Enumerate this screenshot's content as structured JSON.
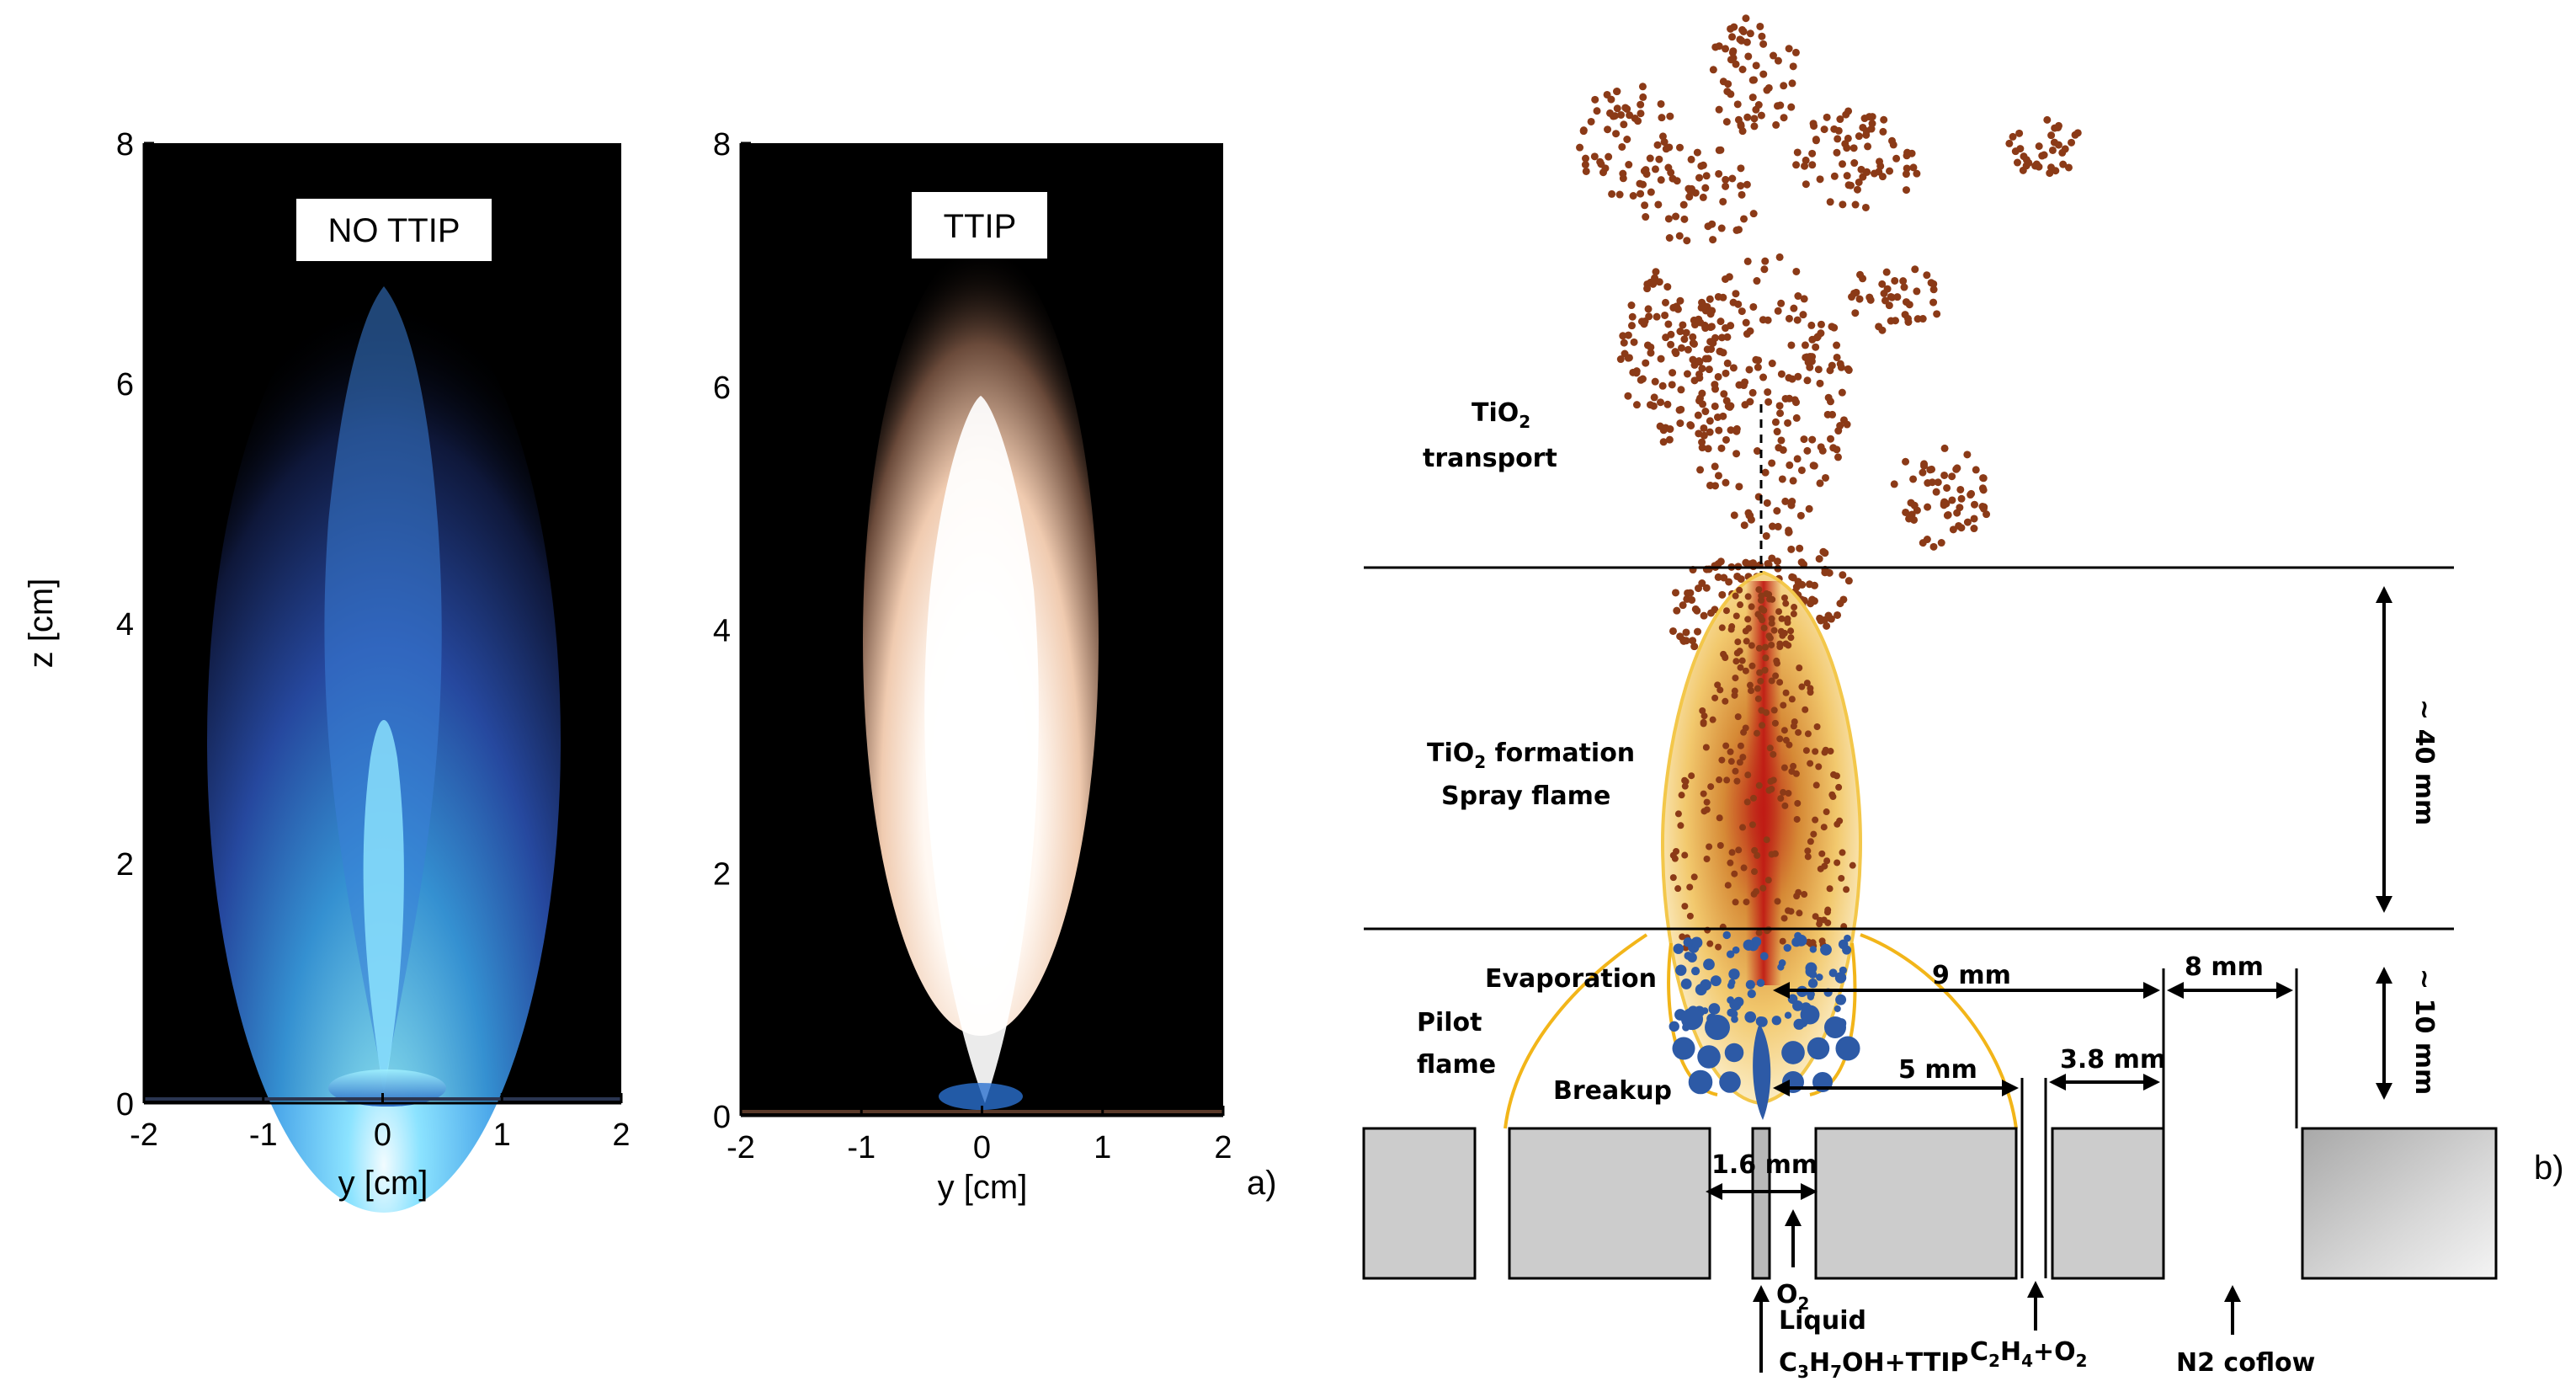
{
  "panel_a": {
    "y_axis_label": "z [cm]",
    "x_axis_label": "y [cm]",
    "y_ticks": [
      "0",
      "2",
      "4",
      "6",
      "8"
    ],
    "x_ticks": [
      "-2",
      "-1",
      "0",
      "1",
      "2"
    ],
    "z_range_cm": [
      0,
      8
    ],
    "y_range_cm": [
      -2,
      2
    ],
    "left_image_label": "NO TTIP",
    "right_image_label": "TTIP",
    "panel_tag": "a)",
    "colors": {
      "no_ttip_flame": "#4a8cff",
      "ttip_flame": "#fff2e8",
      "background": "#000000"
    }
  },
  "panel_b": {
    "panel_tag": "b)",
    "labels": {
      "tio2_transport_line1": "TiO",
      "tio2_transport_sub": "2",
      "tio2_transport_line2": "transport",
      "tio2_formation_line1": "TiO",
      "tio2_formation_sub": "2",
      "tio2_formation_rest": " formation",
      "spray_flame": "Spray flame",
      "evaporation": "Evaporation",
      "pilot_line1": "Pilot",
      "pilot_line2": "flame",
      "breakup": "Breakup"
    },
    "dimensions": {
      "height_top": "~ 40 mm",
      "height_bottom": "~ 10 mm",
      "d9": "9 mm",
      "d8": "8 mm",
      "d5": "5 mm",
      "d38": "3.8 mm",
      "d16": "1.6 mm"
    },
    "inlets": {
      "o2_main": "O",
      "o2_sub": "2",
      "liquid": "Liquid",
      "c3_a": "C",
      "c3_b": "3",
      "c3_c": "H",
      "c3_d": "7",
      "c3_e": "OH+TTIP",
      "c2_a": "C",
      "c2_b": "2",
      "c2_c": "H",
      "c2_d": "4",
      "c2_e": "+O",
      "c2_f": "2",
      "n2": "N2 coflow"
    },
    "colors": {
      "particles": "#8b3a17",
      "droplets": "#2d5aa6",
      "pilot": "#f2b519",
      "burner": "#cccccc"
    }
  }
}
